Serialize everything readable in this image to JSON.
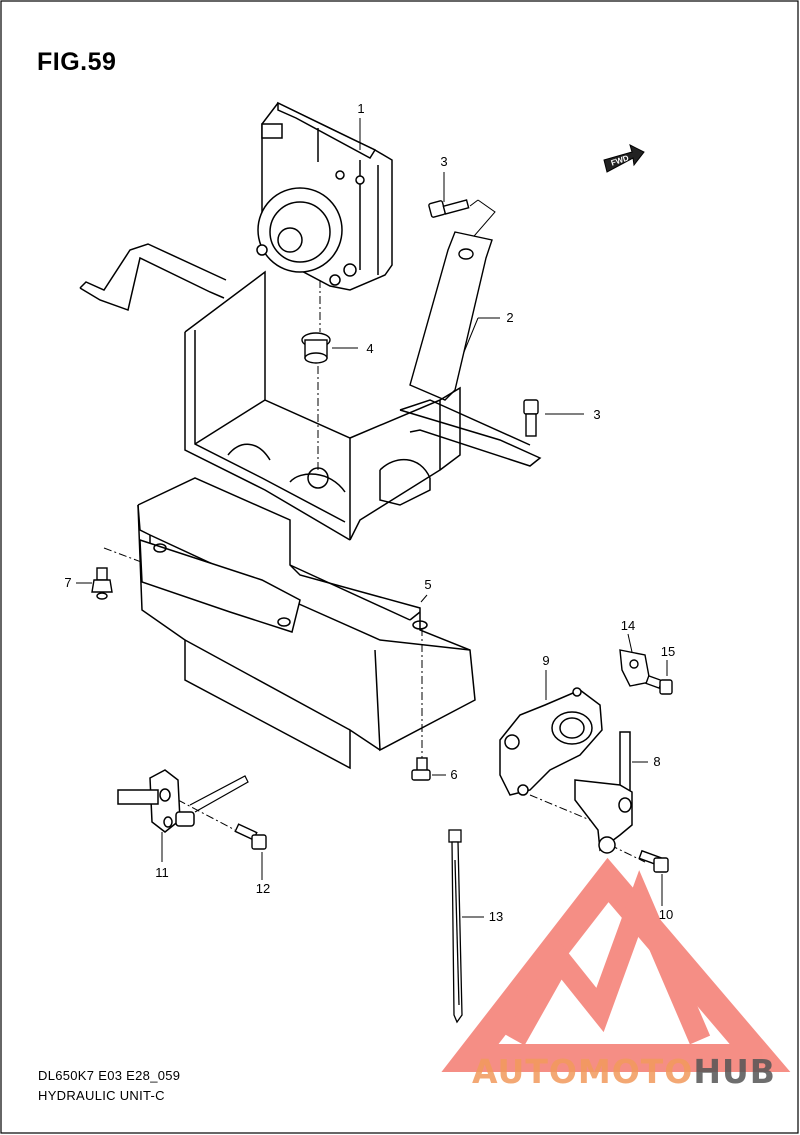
{
  "figure": {
    "title": "FIG.59",
    "footer_code": "DL650K7 E03 E28_059",
    "footer_name": "HYDRAULIC UNIT-C"
  },
  "callouts": {
    "c1": "1",
    "c2": "2",
    "c3a": "3",
    "c3b": "3",
    "c4": "4",
    "c5": "5",
    "c6": "6",
    "c7": "7",
    "c8": "8",
    "c9": "9",
    "c10": "10",
    "c11": "11",
    "c12": "12",
    "c13": "13",
    "c14": "14",
    "c15": "15"
  },
  "fwd_marker": "FWD",
  "watermark": {
    "part1": "AUTOMOTO",
    "part2": "HUB",
    "color_primary": "#f04a3c",
    "color_secondary": "#f29a5c",
    "color_tertiary": "#555555"
  }
}
